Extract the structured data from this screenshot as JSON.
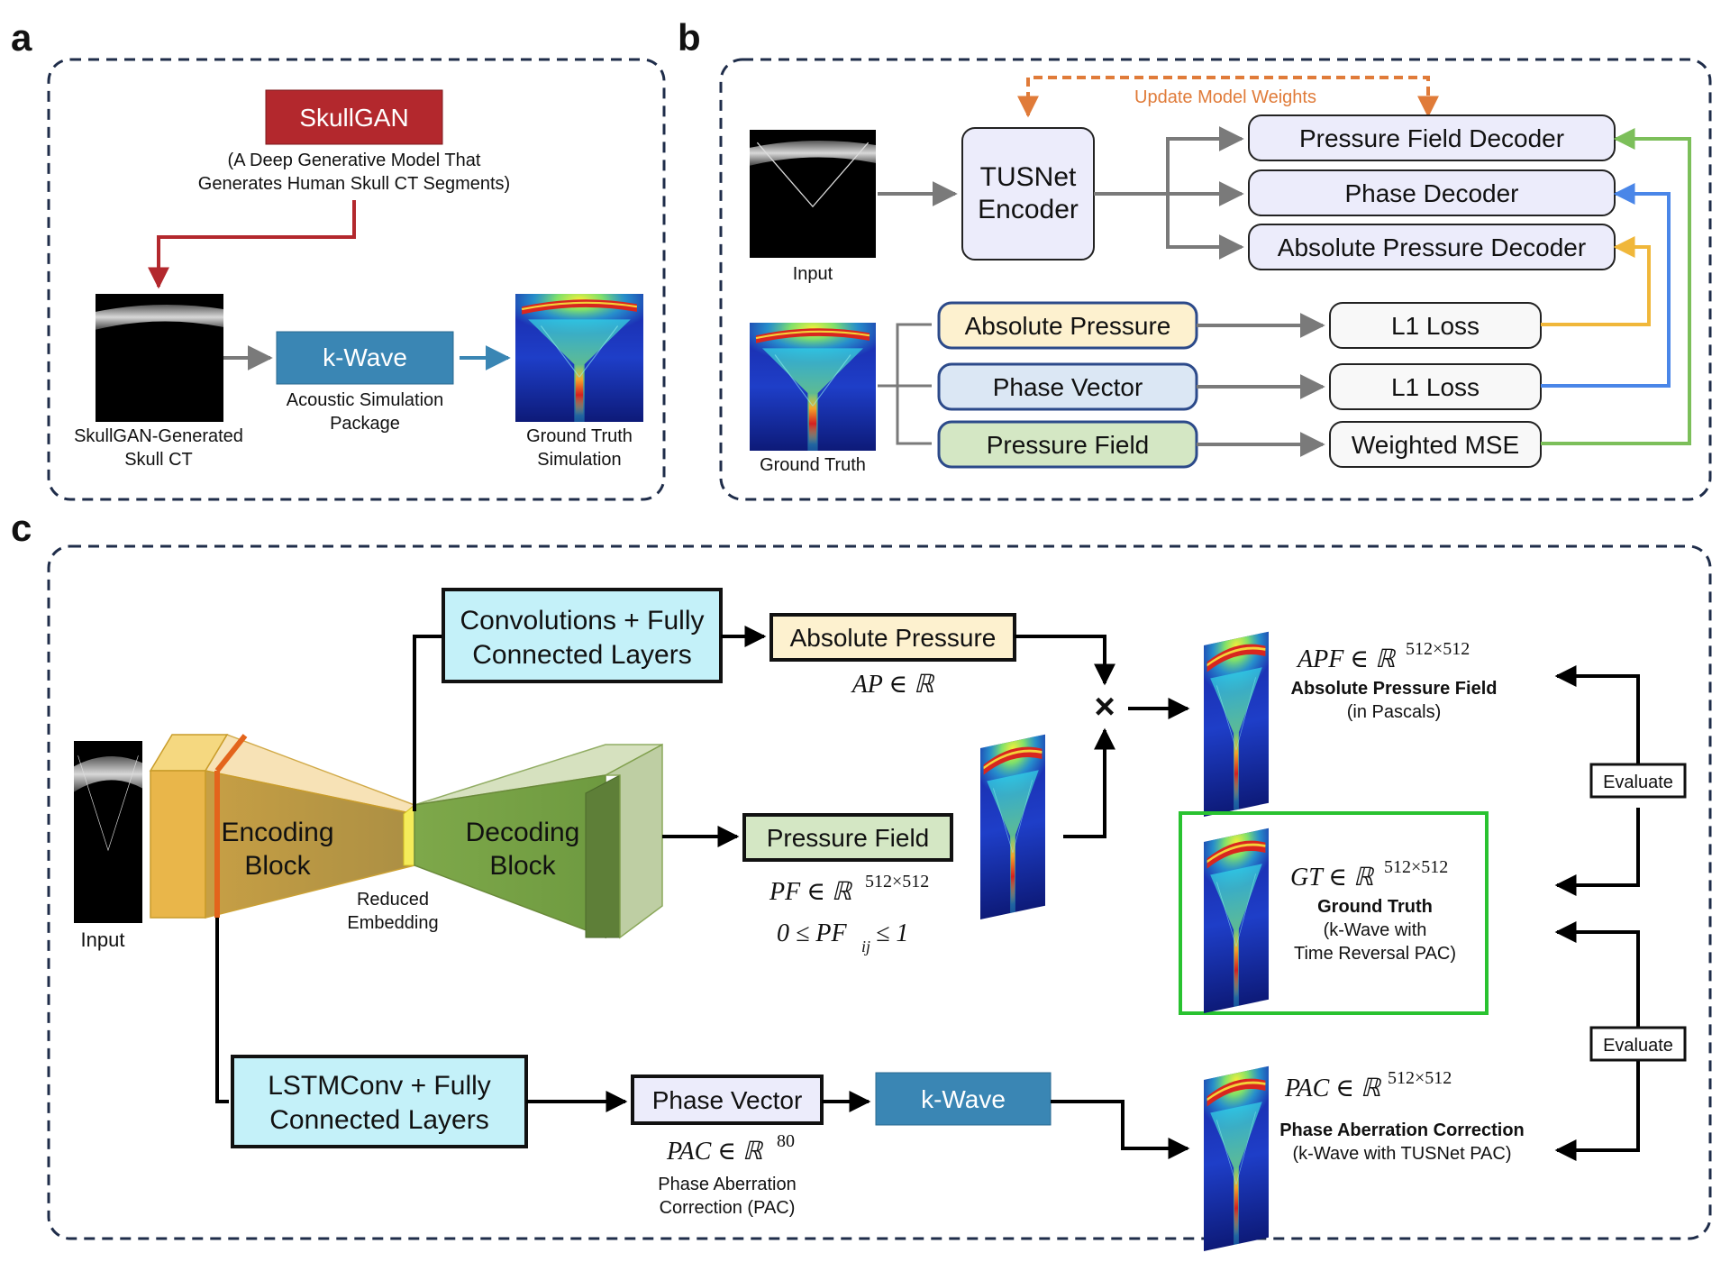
{
  "panels": {
    "a": "a",
    "b": "b",
    "c": "c"
  },
  "panel_a": {
    "skullgan": "SkullGAN",
    "skullgan_desc_1": "(A Deep Generative Model That",
    "skullgan_desc_2": "Generates Human Skull CT Segments)",
    "ct_caption_1": "SkullGAN-Generated",
    "ct_caption_2": "Skull CT",
    "kwave": "k-Wave",
    "kwave_desc_1": "Acoustic Simulation",
    "kwave_desc_2": "Package",
    "gt_caption_1": "Ground Truth",
    "gt_caption_2": "Simulation"
  },
  "panel_b": {
    "update_weights": "Update Model Weights",
    "input_label": "Input",
    "gt_label": "Ground Truth",
    "encoder_1": "TUSNet",
    "encoder_2": "Encoder",
    "decoders": [
      "Pressure Field Decoder",
      "Phase Decoder",
      "Absolute Pressure Decoder"
    ],
    "targets": [
      "Absolute Pressure",
      "Phase Vector",
      "Pressure Field"
    ],
    "losses": [
      "L1 Loss",
      "L1 Loss",
      "Weighted MSE"
    ]
  },
  "panel_c": {
    "input_label": "Input",
    "encoding_1": "Encoding",
    "encoding_2": "Block",
    "decoding_1": "Decoding",
    "decoding_2": "Block",
    "reduced_1": "Reduced",
    "reduced_2": "Embedding",
    "conv_1": "Convolutions + Fully",
    "conv_2": "Connected Layers",
    "abs_pressure": "Absolute Pressure",
    "ap_math": "AP ∈ ℝ",
    "pressure_field": "Pressure Field",
    "pf_math": "PF ∈ ℝ",
    "pf_sup": "512×512",
    "pf_range_1": "0 ≤ PF",
    "pf_range_sub": "ij",
    "pf_range_2": " ≤ 1",
    "lstm_1": "LSTMConv + Fully",
    "lstm_2": "Connected Layers",
    "phase_vector": "Phase Vector",
    "kwave": "k-Wave",
    "pac_math": "PAC ∈ ℝ",
    "pac_sup": "80",
    "pac_desc_1": "Phase Aberration",
    "pac_desc_2": "Correction (PAC)",
    "times": "×",
    "apf_math": "APF ∈ ℝ",
    "apf_sup": "512×512",
    "apf_title": "Absolute Pressure Field",
    "apf_sub": "(in Pascals)",
    "gt_math": "GT ∈ ℝ",
    "gt_sup": "512×512",
    "gt_title": "Ground Truth",
    "gt_sub_1": "(k-Wave with",
    "gt_sub_2": "Time Reversal PAC)",
    "pacout_math": "PAC ∈ ℝ",
    "pacout_sup": "512×512",
    "pacout_title": "Phase Aberration Correction",
    "pacout_sub": "(k-Wave with TUSNet PAC)",
    "evaluate": "Evaluate"
  },
  "colors": {
    "dashed_border": "#1f2d4a",
    "skullgan_red": "#b3282d",
    "kwave_blue": "#3a86b4",
    "decoder_fill": "#ececfb",
    "abs_fill": "#fdf1cf",
    "phase_fill": "#dbe7f4",
    "pf_fill": "#d4e7c4",
    "cyan_box": "#c4f1f9",
    "orange": "#e07b39",
    "yellow_arrow": "#f0b73a",
    "blue_arrow": "#4a86e8",
    "green_arrow": "#7cbf5a",
    "gt_green": "#29c230"
  }
}
